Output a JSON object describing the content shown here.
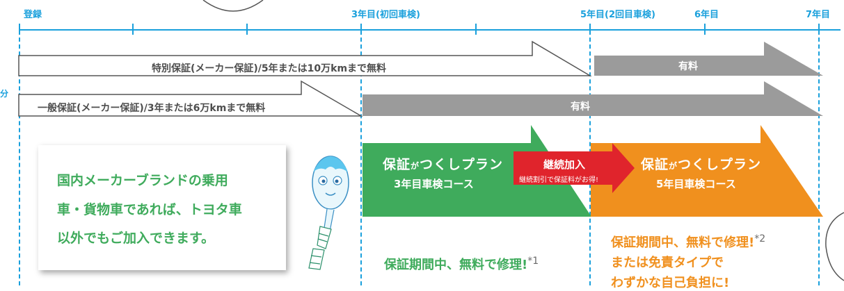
{
  "timeline": {
    "labels": {
      "start": "登録",
      "year3": "3年目(初回車検)",
      "year5": "5年目(2回目車検)",
      "year6": "6年目",
      "year7": "7年目"
    }
  },
  "side_note": "分",
  "special_warranty": {
    "label": "特別保証(メーカー保証)/5年または10万kmまで無料",
    "paid_label": "有料"
  },
  "general_warranty": {
    "label": "一般保証(メーカー保証)/3年または6万kmまで無料",
    "paid_label": "有料"
  },
  "notice": {
    "lines": [
      "国内メーカーブランドの乗用",
      "車・貨物車であれば、トヨタ車",
      "以外でもご加入できます。"
    ]
  },
  "plan3": {
    "title_a": "保証",
    "title_ga": "が",
    "title_b": "つくしプラン",
    "course": "3年目車検コース"
  },
  "continue": {
    "title": "継続加入",
    "sub": "継続割引で保証料がお得!"
  },
  "plan5": {
    "title_a": "保証",
    "title_ga": "が",
    "title_b": "つくしプラン",
    "course": "5年目車検コース"
  },
  "repair_free_1": {
    "text": "保証期間中、無料で修理!",
    "note": "*1"
  },
  "repair_free_2": {
    "text": "保証期間中、無料で修理!",
    "note": "*2",
    "line2": "または免責タイプで",
    "line3": "わずかな自己負担に!"
  },
  "colors": {
    "timeline_blue": "#1aa0dc",
    "paid_gray": "#9b9b9b",
    "plan_green": "#3fab5c",
    "plan_orange": "#f0901e",
    "continue_red": "#e0242c"
  }
}
